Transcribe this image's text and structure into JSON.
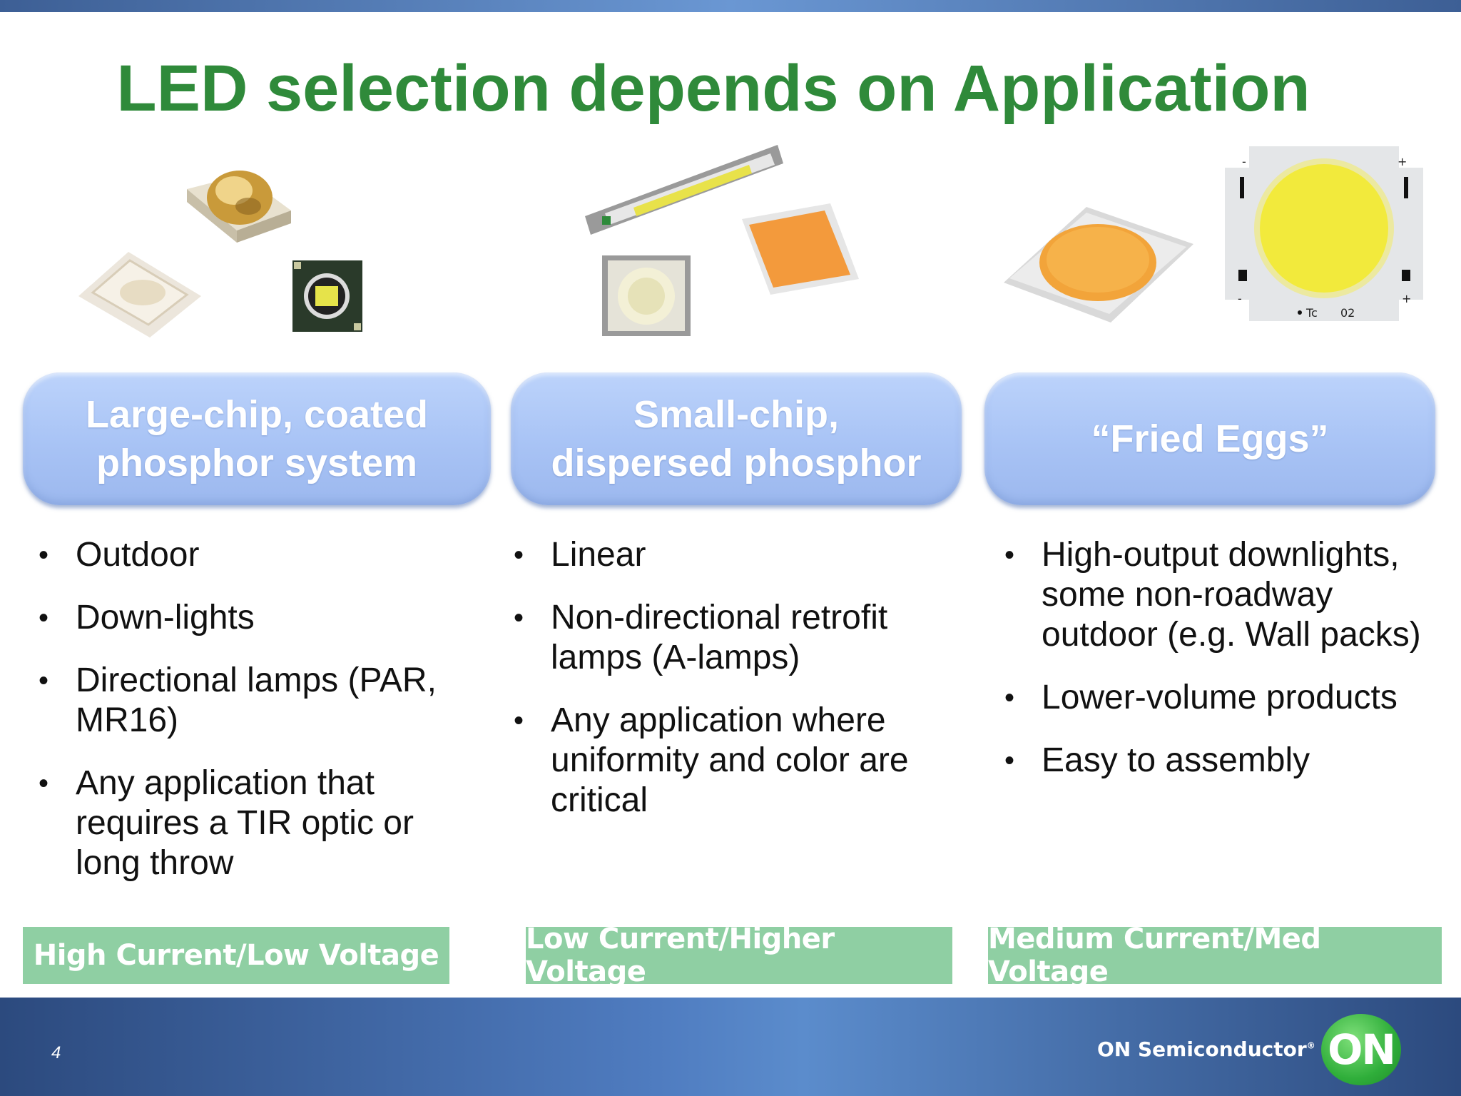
{
  "slide": {
    "title": "LED selection depends on Application",
    "page_number": "4"
  },
  "columns": [
    {
      "header": "Large-chip, coated\nphosphor system",
      "bullets": [
        "Outdoor",
        "Down-lights",
        "Directional lamps (PAR, MR16)",
        "Any application that requires a TIR optic or long throw"
      ],
      "footer": "High Current/Low Voltage"
    },
    {
      "header": "Small-chip,\ndispersed phosphor",
      "bullets": [
        "Linear",
        "Non-directional retrofit lamps (A-lamps)",
        "Any application where uniformity and color are critical"
      ],
      "footer": "Low Current/Higher Voltage"
    },
    {
      "header": "“Fried Eggs”",
      "bullets": [
        "High-output downlights, some non-roadway outdoor (e.g. Wall packs)",
        "Lower-volume products",
        "Easy to assembly"
      ],
      "footer": "Medium Current/Med Voltage"
    }
  ],
  "cob_marks": {
    "tc": "Tc",
    "code": "02",
    "plus": "+",
    "minus": "-"
  },
  "branding": {
    "company": "ON Semiconductor",
    "registered": "®",
    "logo_text": "ON"
  },
  "colors": {
    "title_green": "#2f8a3a",
    "pill_blue": "#a8c3f5",
    "footer_green": "#8fcfa3",
    "bar_blue": "#4f7cc0"
  }
}
